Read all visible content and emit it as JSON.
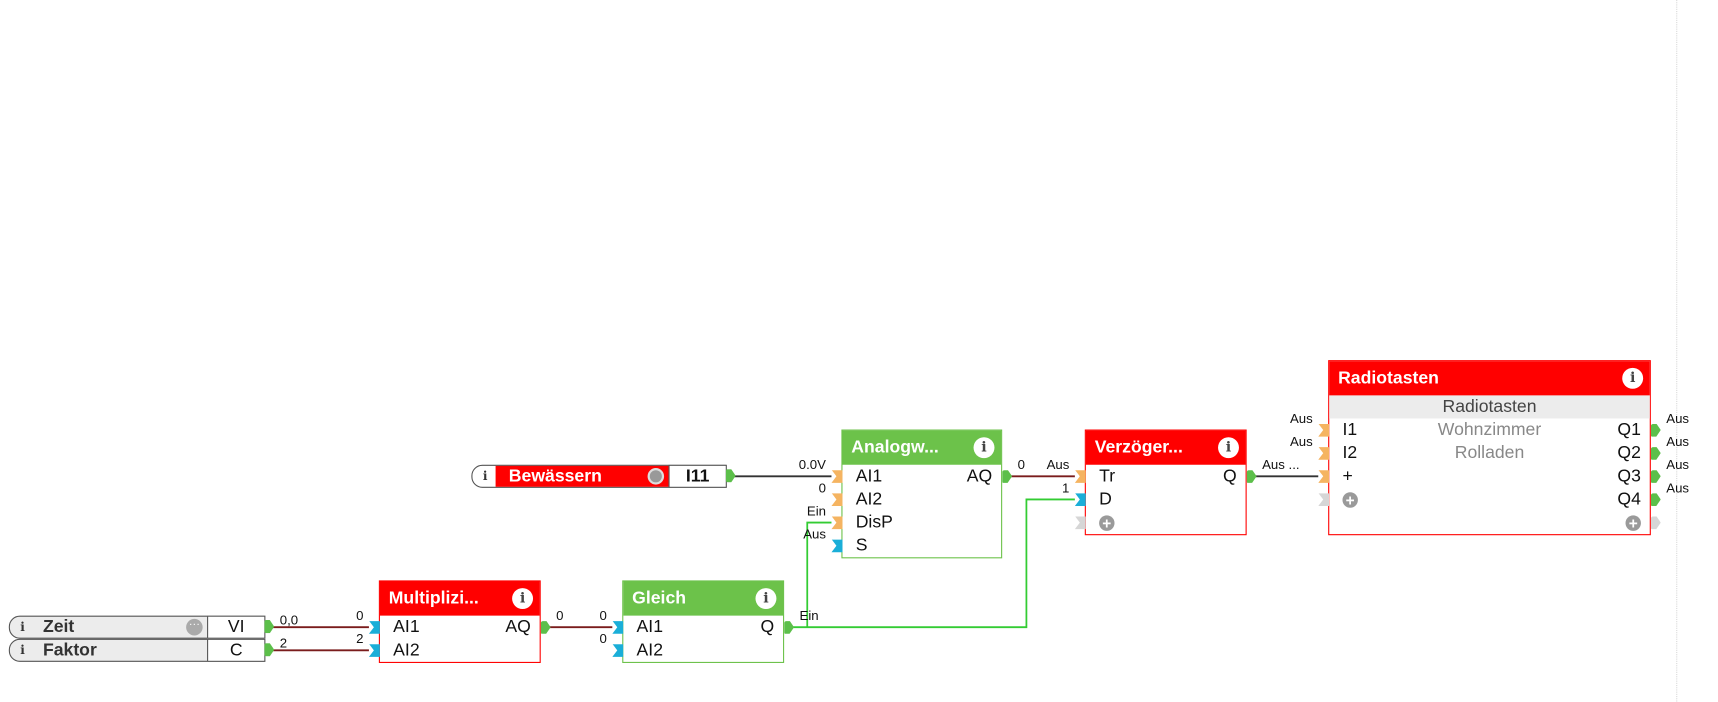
{
  "colors": {
    "red": "#ff0000",
    "green": "#6cc24a",
    "port_orange": "#f5b461",
    "port_blue": "#1aaed8",
    "port_grey": "#d6d6d6",
    "port_out": "#5cbf4a",
    "wire_analog": "#7a1c1c",
    "wire_digital_on": "#33cc33",
    "wire_off": "#333333"
  },
  "constants": [
    {
      "label": "Zeit",
      "value": "VI",
      "output_value": "0,0",
      "icon": "info-icon",
      "extra_icon": "more-icon"
    },
    {
      "label": "Faktor",
      "value": "C",
      "output_value": "2",
      "icon": "info-icon"
    }
  ],
  "input_block": {
    "label": "Bewässern",
    "value": "I11",
    "icon": "info-icon",
    "status_icon": "radio-off-icon"
  },
  "blocks": [
    {
      "id": "multiplizieren",
      "title": "Multiplizi...",
      "color": "red",
      "inputs": [
        {
          "name": "AI1",
          "value": "0",
          "port": "blue"
        },
        {
          "name": "AI2",
          "value": "2",
          "port": "blue"
        }
      ],
      "outputs": [
        {
          "name": "AQ",
          "value": "0"
        }
      ]
    },
    {
      "id": "gleich",
      "title": "Gleich",
      "color": "green",
      "inputs": [
        {
          "name": "AI1",
          "value": "0",
          "port": "blue"
        },
        {
          "name": "AI2",
          "value": "0",
          "port": "blue"
        }
      ],
      "outputs": [
        {
          "name": "Q",
          "value": "Ein"
        }
      ]
    },
    {
      "id": "analogwert",
      "title": "Analogw...",
      "color": "green",
      "inputs": [
        {
          "name": "AI1",
          "value": "0.0V",
          "port": "orange"
        },
        {
          "name": "AI2",
          "value": "0",
          "port": "orange"
        },
        {
          "name": "DisP",
          "value": "Ein",
          "port": "orange"
        },
        {
          "name": "S",
          "value": "Aus",
          "port": "blue"
        }
      ],
      "outputs": [
        {
          "name": "AQ",
          "value": "0"
        }
      ]
    },
    {
      "id": "verzoegerung",
      "title": "Verzöger...",
      "color": "red",
      "inputs": [
        {
          "name": "Tr",
          "value": "Aus",
          "port": "orange"
        },
        {
          "name": "D",
          "value": "1",
          "port": "blue"
        },
        {
          "name": "+",
          "value": "",
          "port": "grey",
          "add": true
        }
      ],
      "outputs": [
        {
          "name": "Q",
          "value": "Aus ..."
        }
      ]
    },
    {
      "id": "radiotasten",
      "title": "Radiotasten",
      "subtitle": "Radiotasten",
      "color": "red",
      "middle": [
        "Wohnzimmer",
        "Rolladen"
      ],
      "inputs": [
        {
          "name": "I1",
          "value": "Aus",
          "port": "orange"
        },
        {
          "name": "I2",
          "value": "Aus",
          "port": "orange"
        },
        {
          "name": "+",
          "value": "",
          "port": "orange"
        },
        {
          "name": "+",
          "value": "",
          "port": "grey",
          "add": true
        }
      ],
      "outputs": [
        {
          "name": "Q1",
          "value": "Aus"
        },
        {
          "name": "Q2",
          "value": "Aus"
        },
        {
          "name": "Q3",
          "value": "Aus"
        },
        {
          "name": "Q4",
          "value": "Aus"
        },
        {
          "name": "+",
          "value": "",
          "add": true
        }
      ]
    }
  ]
}
